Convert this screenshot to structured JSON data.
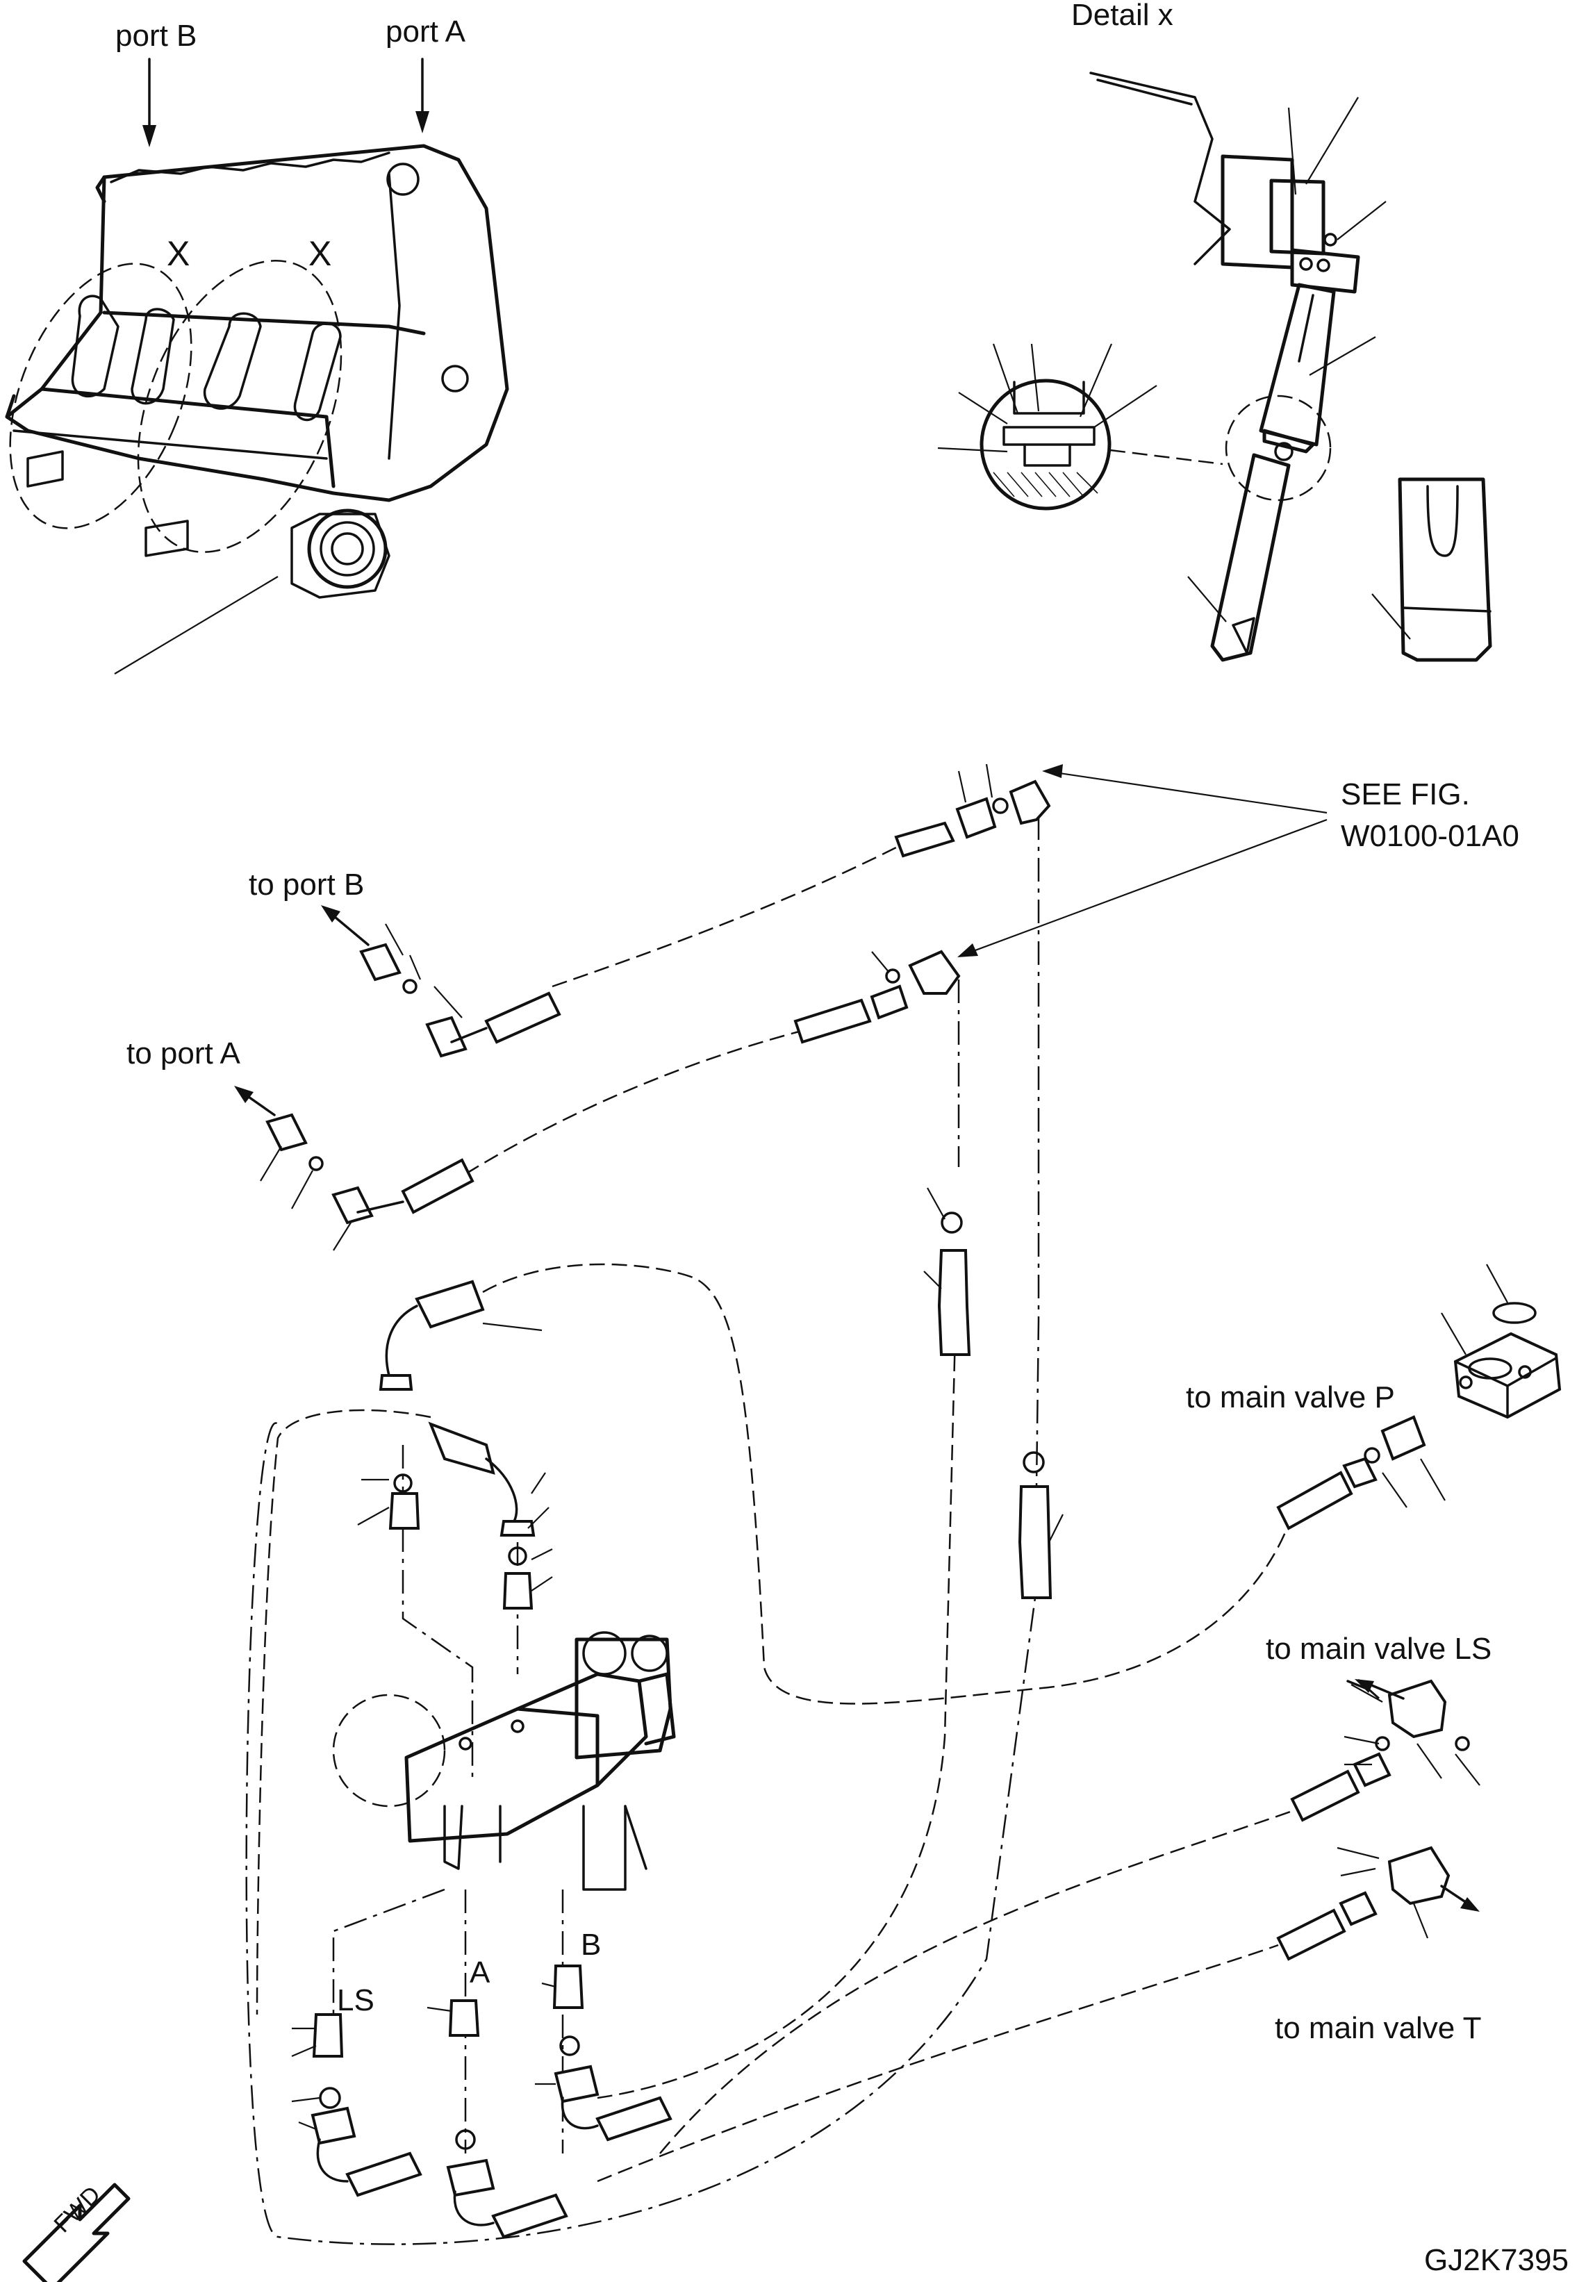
{
  "labels": {
    "port_b_top": "port B",
    "port_a_top": "port A",
    "detail": "Detail  x",
    "x_left": "X",
    "x_right": "X",
    "see_fig_line1": "SEE FIG.",
    "see_fig_line2": "W0100-01A0",
    "to_port_b": "to port B",
    "to_port_a": "to port A",
    "to_main_valve_p": "to main valve P",
    "to_main_valve_ls": "to main valve LS",
    "to_main_valve_t": "to main valve T",
    "port_ls": "LS",
    "port_a": "A",
    "port_b": "B",
    "fwd": "FWD",
    "drawing_id": "GJ2K7395"
  }
}
